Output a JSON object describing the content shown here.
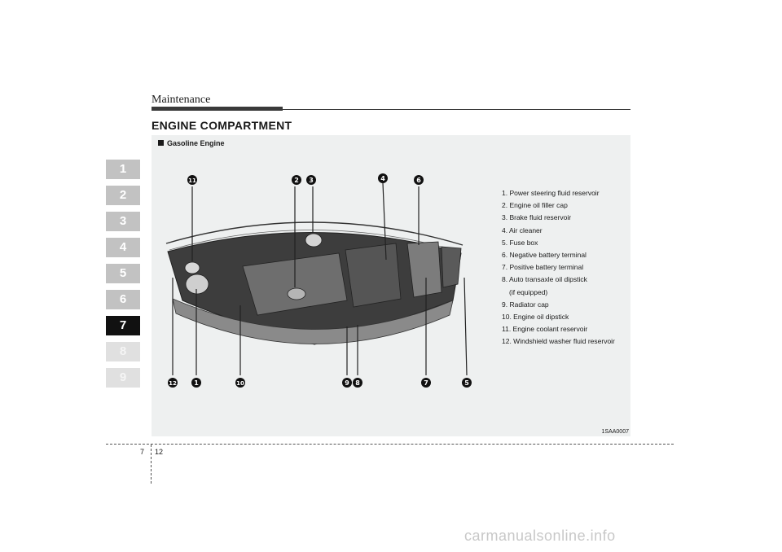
{
  "header": {
    "section": "Maintenance",
    "title": "ENGINE COMPARTMENT"
  },
  "figure": {
    "subheading": "Gasoline Engine",
    "code": "1SAA0007",
    "callouts": [
      "1",
      "2",
      "3",
      "4",
      "5",
      "6",
      "7",
      "8",
      "9",
      "10",
      "11",
      "12"
    ],
    "legend": [
      "1. Power steering fluid reservoir",
      "2. Engine oil filler cap",
      "3. Brake fluid reservoir",
      "4. Air cleaner",
      "5. Fuse box",
      "6. Negative battery terminal",
      "7. Positive battery terminal",
      "8. Auto transaxle oil dipstick",
      "(if equipped)",
      "9. Radiator cap",
      "10. Engine oil dipstick",
      "11. Engine coolant reservoir",
      "12. Windshield washer fluid reservoir"
    ]
  },
  "chapters": [
    "1",
    "2",
    "3",
    "4",
    "5",
    "6",
    "7",
    "8",
    "9"
  ],
  "active_chapter": "7",
  "footer": {
    "chapter": "7",
    "page": "12"
  },
  "watermark": "carmanualsonline.info",
  "colors": {
    "panel": "#eef0f0",
    "tab_inactive": "#c2c2c2",
    "tab_active": "#111111"
  }
}
